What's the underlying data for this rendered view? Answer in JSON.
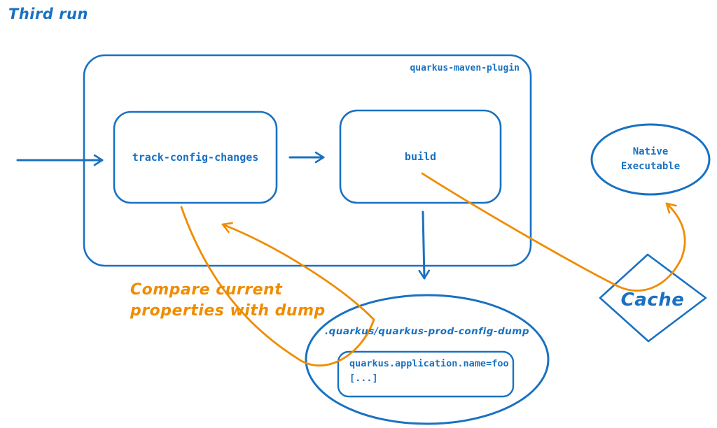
{
  "title": "Third run",
  "colors": {
    "blue": "#1971c2",
    "orange": "#f08c00"
  },
  "plugin_container": {
    "label": "quarkus-maven-plugin"
  },
  "nodes": {
    "track": {
      "label": "track-config-changes"
    },
    "build": {
      "label": "build"
    },
    "native": {
      "label": "Native\nExecutable"
    },
    "cache": {
      "label": "Cache"
    },
    "dump": {
      "label": ".quarkus/quarkus-prod-config-dump",
      "code_line1": "quarkus.application.name=foo",
      "code_line2": "[...]"
    }
  },
  "annotations": {
    "compare": {
      "text": "Compare current\nproperties with dump"
    }
  }
}
